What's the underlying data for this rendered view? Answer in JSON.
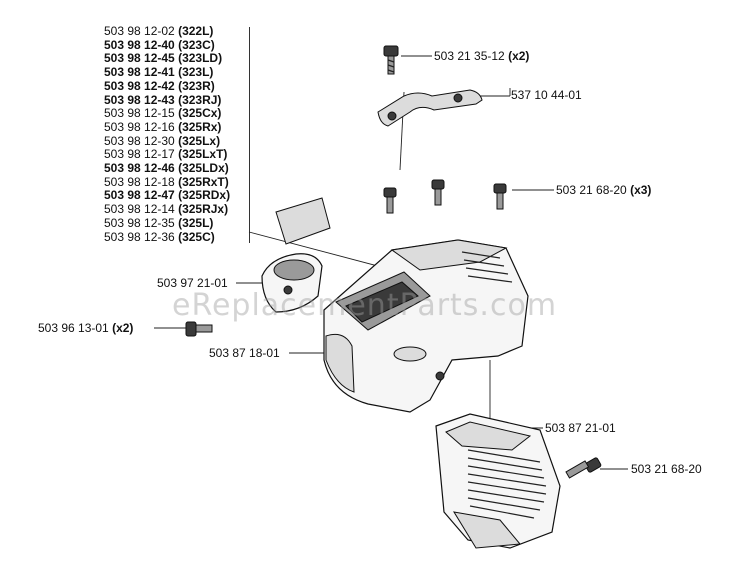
{
  "model_list": [
    {
      "part_no": "503 98 12-02",
      "model": "(322L)",
      "bold": false
    },
    {
      "part_no": "503 98 12-40",
      "model": "(323C)",
      "bold": true
    },
    {
      "part_no": "503 98 12-45",
      "model": "(323LD)",
      "bold": true
    },
    {
      "part_no": "503 98 12-41",
      "model": "(323L)",
      "bold": true
    },
    {
      "part_no": "503 98 12-42",
      "model": "(323R)",
      "bold": true
    },
    {
      "part_no": "503 98 12-43",
      "model": "(323RJ)",
      "bold": true
    },
    {
      "part_no": "503 98 12-15",
      "model": "(325Cx)",
      "bold": false
    },
    {
      "part_no": "503 98 12-16",
      "model": "(325Rx)",
      "bold": false
    },
    {
      "part_no": "503 98 12-30",
      "model": "(325Lx)",
      "bold": false
    },
    {
      "part_no": "503 98 12-17",
      "model": "(325LxT)",
      "bold": false
    },
    {
      "part_no": "503 98 12-46",
      "model": "(325LDx)",
      "bold": true
    },
    {
      "part_no": "503 98 12-18",
      "model": "(325RxT)",
      "bold": false
    },
    {
      "part_no": "503 98 12-47",
      "model": "(325RDx)",
      "bold": true
    },
    {
      "part_no": "503 98 12-14",
      "model": "(325RJx)",
      "bold": false
    },
    {
      "part_no": "503 98 12-35",
      "model": "(325L)",
      "bold": false
    },
    {
      "part_no": "503 98 12-36",
      "model": "(325C)",
      "bold": false
    }
  ],
  "callouts": {
    "top_screw": {
      "part_no": "503 21 35-12",
      "qty": "(x2)"
    },
    "bracket": {
      "part_no": "537 10 44-01"
    },
    "screws_x3": {
      "part_no": "503 21 68-20",
      "qty": "(x3)"
    },
    "air_intake": {
      "part_no": "503 97 21-01"
    },
    "side_screw": {
      "part_no": "503 96 13-01",
      "qty": "(x2)"
    },
    "cover": {
      "part_no": "503 87 18-01"
    },
    "cylinder_cover": {
      "part_no": "503 87 21-01"
    },
    "lower_screw": {
      "part_no": "503 21 68-20"
    }
  },
  "watermark": "eReplacementParts.com"
}
